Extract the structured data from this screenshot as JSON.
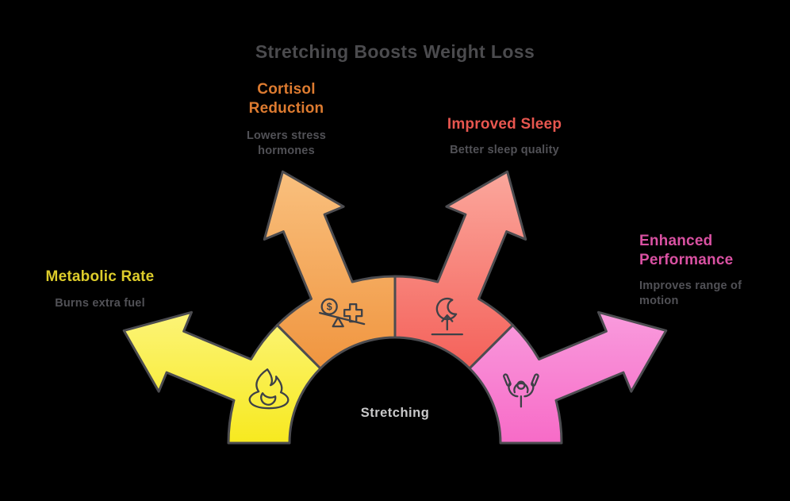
{
  "title": "Stretching Boosts Weight Loss",
  "title_color": "#4b4b4e",
  "center_label": "Stretching",
  "center_label_color": "#c9c9ca",
  "muted_text_color": "#515156",
  "background_color": "#000000",
  "outline_color": "#4c4c50",
  "icon_stroke_color": "#3e4147",
  "items": [
    {
      "id": "metabolic-rate",
      "label": "Metabolic Rate",
      "description": "Burns extra fuel",
      "label_color": "#ddcc2b",
      "color": "#f7e91f",
      "color_light": "#fcf478",
      "icon": "flame-icon"
    },
    {
      "id": "cortisol-reduction",
      "label": "Cortisol Reduction",
      "description": "Lowers stress hormones",
      "label_color": "#dd7b30",
      "color": "#f0953f",
      "color_light": "#f9c07e",
      "icon": "balance-icon"
    },
    {
      "id": "improved-sleep",
      "label": "Improved Sleep",
      "description": "Better sleep quality",
      "label_color": "#e7564f",
      "color": "#f4615a",
      "color_light": "#fba79c",
      "icon": "moon-arrow-icon"
    },
    {
      "id": "enhanced-performance",
      "label": "Enhanced Performance",
      "description": "Improves range of motion",
      "label_color": "#d951a2",
      "color": "#f76bc7",
      "color_light": "#f99bdd",
      "icon": "weightlifter-icon"
    }
  ]
}
